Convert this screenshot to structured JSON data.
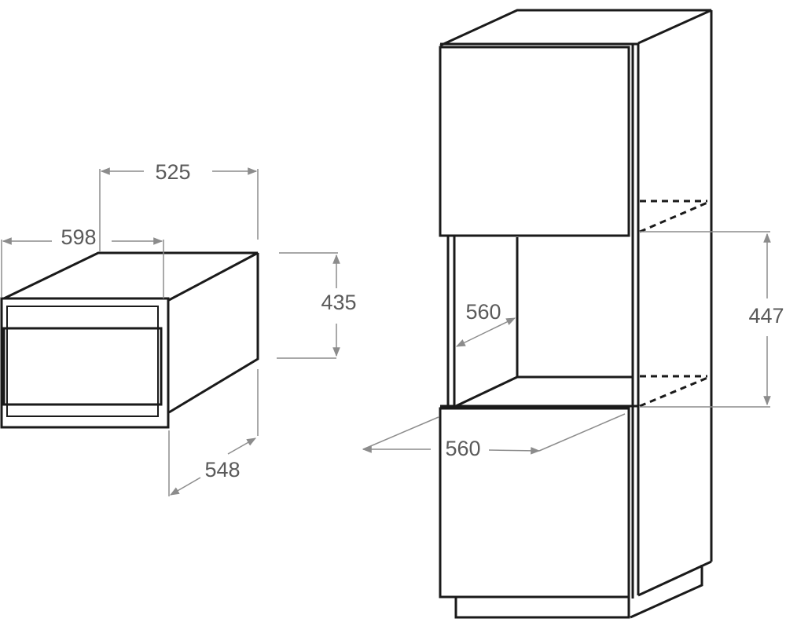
{
  "oven_unit": {
    "dimensions": {
      "width": "598",
      "depth_top": "525",
      "height": "435",
      "depth_side": "548"
    }
  },
  "cabinet": {
    "dimensions": {
      "niche_depth": "560",
      "niche_height": "447",
      "niche_width": "560"
    }
  }
}
